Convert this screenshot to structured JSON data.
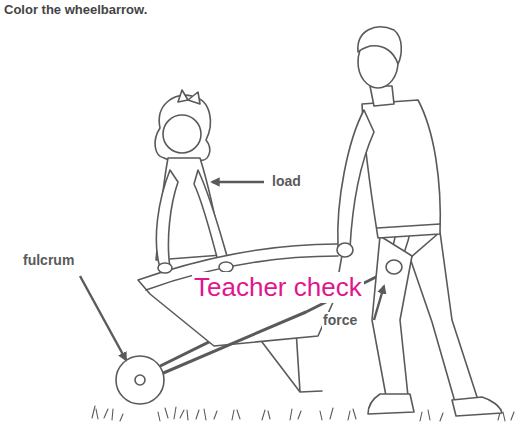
{
  "diagram": {
    "title": "Color the wheelbarrow.",
    "labels": [
      "load",
      "fulcrum",
      "force",
      "Teacher check"
    ]
  }
}
